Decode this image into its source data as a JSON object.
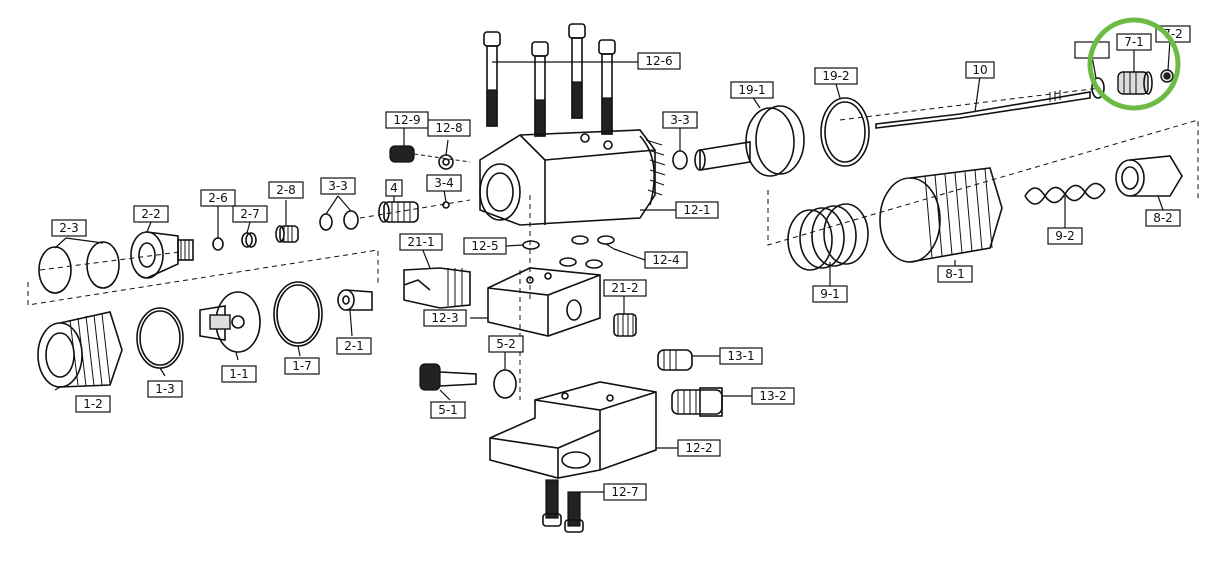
{
  "diagram": {
    "type": "exploded parts view",
    "callouts": [
      {
        "id": "1-1",
        "label": "1-1"
      },
      {
        "id": "1-2",
        "label": "1-2"
      },
      {
        "id": "1-3",
        "label": "1-3"
      },
      {
        "id": "1-7",
        "label": "1-7"
      },
      {
        "id": "2-1",
        "label": "2-1"
      },
      {
        "id": "2-2",
        "label": "2-2"
      },
      {
        "id": "2-3",
        "label": "2-3"
      },
      {
        "id": "2-6",
        "label": "2-6"
      },
      {
        "id": "2-7",
        "label": "2-7"
      },
      {
        "id": "2-8",
        "label": "2-8"
      },
      {
        "id": "3-3a",
        "label": "3-3"
      },
      {
        "id": "3-3b",
        "label": "3-3"
      },
      {
        "id": "3-4",
        "label": "3-4"
      },
      {
        "id": "4",
        "label": "4"
      },
      {
        "id": "5-1",
        "label": "5-1"
      },
      {
        "id": "5-2",
        "label": "5-2"
      },
      {
        "id": "7-1",
        "label": "7-1"
      },
      {
        "id": "7-2",
        "label": "7-2"
      },
      {
        "id": "7-blank",
        "label": ""
      },
      {
        "id": "8-1",
        "label": "8-1"
      },
      {
        "id": "8-2",
        "label": "8-2"
      },
      {
        "id": "9-1",
        "label": "9-1"
      },
      {
        "id": "9-2",
        "label": "9-2"
      },
      {
        "id": "10",
        "label": "10"
      },
      {
        "id": "12-1",
        "label": "12-1"
      },
      {
        "id": "12-2",
        "label": "12-2"
      },
      {
        "id": "12-3",
        "label": "12-3"
      },
      {
        "id": "12-4",
        "label": "12-4"
      },
      {
        "id": "12-5",
        "label": "12-5"
      },
      {
        "id": "12-6",
        "label": "12-6"
      },
      {
        "id": "12-7",
        "label": "12-7"
      },
      {
        "id": "12-8",
        "label": "12-8"
      },
      {
        "id": "12-9",
        "label": "12-9"
      },
      {
        "id": "13-1",
        "label": "13-1"
      },
      {
        "id": "13-2",
        "label": "13-2"
      },
      {
        "id": "19-1",
        "label": "19-1"
      },
      {
        "id": "19-2",
        "label": "19-2"
      },
      {
        "id": "21-1",
        "label": "21-1"
      },
      {
        "id": "21-2",
        "label": "21-2"
      }
    ],
    "highlight": {
      "target": "7-1",
      "color": "#6dbb45"
    }
  }
}
